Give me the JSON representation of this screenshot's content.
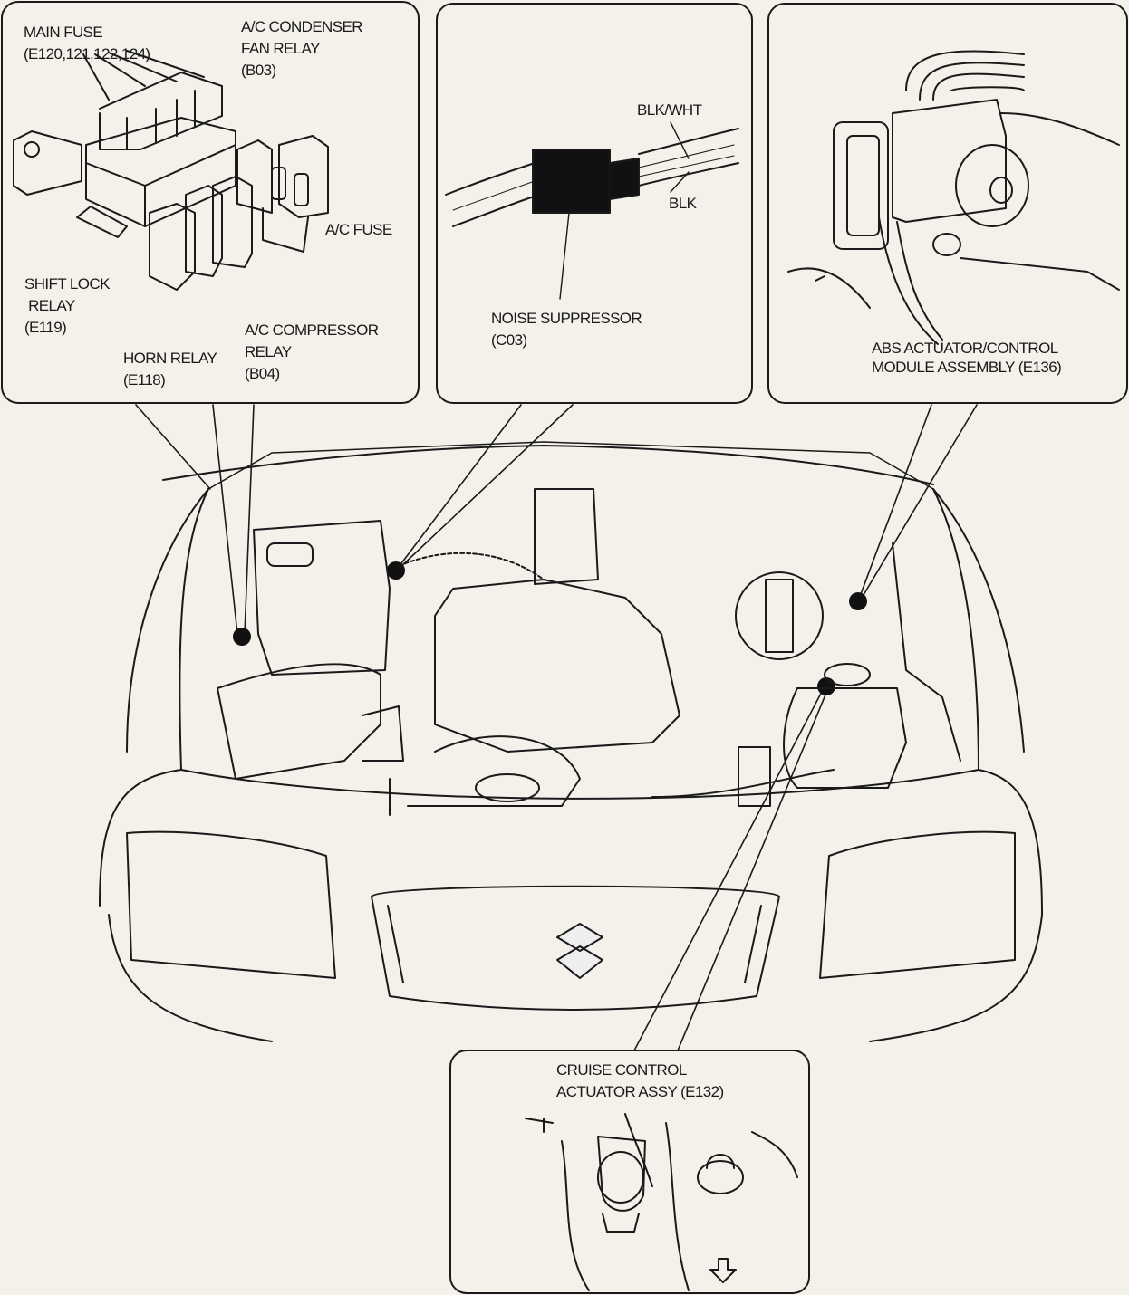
{
  "fuse_box_panel": {
    "main_fuse": [
      "MAIN FUSE",
      "(E120,121,122,124)"
    ],
    "ac_condenser_fan_relay": [
      "A/C CONDENSER",
      "FAN RELAY",
      "(B03)"
    ],
    "ac_fuse": [
      "A/C FUSE"
    ],
    "shift_lock_relay": [
      "SHIFT LOCK",
      " RELAY",
      "(E119)"
    ],
    "horn_relay": [
      "HORN RELAY",
      "(E118)"
    ],
    "ac_compressor_relay": [
      "A/C COMPRESSOR",
      "RELAY",
      "(B04)"
    ]
  },
  "noise_suppressor_panel": {
    "blk_wht": "BLK/WHT",
    "blk": "BLK",
    "noise_suppressor": [
      "NOISE SUPPRESSOR",
      "(C03)"
    ]
  },
  "abs_panel": {
    "abs_module": [
      "ABS ACTUATOR/CONTROL",
      "MODULE ASSEMBLY (E136)"
    ]
  },
  "cruise_panel": {
    "cruise_actuator": [
      "CRUISE CONTROL",
      "ACTUATOR ASSY (E132)"
    ]
  }
}
